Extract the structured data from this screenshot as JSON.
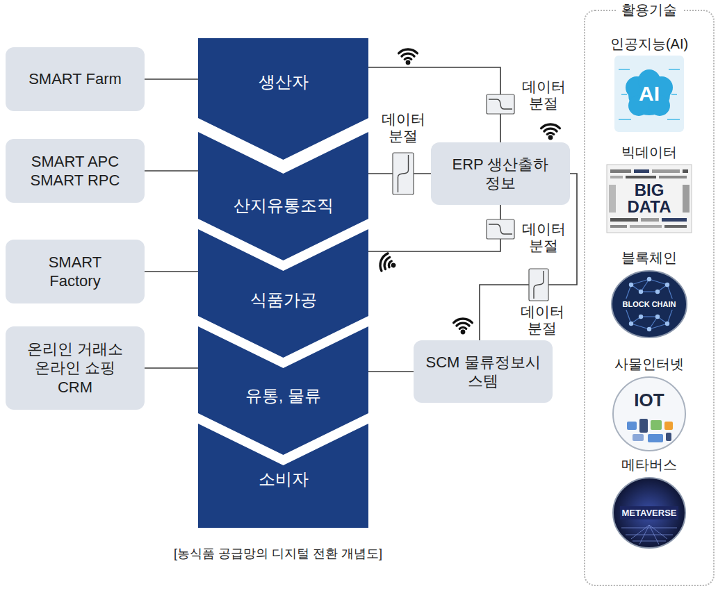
{
  "diagram": {
    "caption": "[농식품 공급망의 디지털 전환 개념도]",
    "nodes": [
      {
        "text": [
          "SMART Farm"
        ]
      },
      {
        "text": [
          "생산자"
        ]
      },
      {
        "text": [
          "SMART APC SMART RPC"
        ]
      },
      {
        "text": [
          "산지유통조직"
        ]
      },
      {
        "text": [
          "ERP 생산출하정보"
        ]
      },
      {
        "text": [
          "SMART Factory"
        ]
      },
      {
        "text": [
          "식품가공"
        ]
      },
      {
        "text": [
          "온리인 거래소 온라인 쇼핑 CRM"
        ]
      },
      {
        "text": [
          "유통, 물류"
        ]
      },
      {
        "text": [
          "SCM 물류정보시스템"
        ]
      },
      {
        "text": [
          "소비자"
        ]
      },
      {
        "text": [
          "활용기술"
        ]
      },
      {
        "text": [
          "인공지능(AI)",
          "AI"
        ],
        "in": 11
      },
      {
        "text": [
          "빅데이터",
          "BIG DATA"
        ],
        "in": 11
      },
      {
        "text": [
          "블록체인",
          "BLOCK CHAIN"
        ],
        "in": 11
      },
      {
        "text": [
          "사물인터넷",
          "IOT"
        ],
        "in": 11
      },
      {
        "text": [
          "메타버스",
          "METAVERSE"
        ],
        "in": 11
      }
    ],
    "edges": [
      {
        "from": 0,
        "to": 1,
        "arrow": "none"
      },
      {
        "from": 2,
        "to": 3,
        "arrow": "none"
      },
      {
        "from": 5,
        "to": 6,
        "arrow": "none"
      },
      {
        "from": 7,
        "to": 8,
        "arrow": "none"
      },
      {
        "from": 1,
        "to": 4,
        "arrow": "none"
      },
      {
        "from": 3,
        "to": 4,
        "arrow": "none"
      },
      {
        "from": 4,
        "to": 6,
        "arrow": "none"
      },
      {
        "from": 4,
        "to": 9,
        "arrow": "none"
      },
      {
        "from": 8,
        "to": 9,
        "arrow": "none"
      }
    ],
    "labels": [
      "데이터 분절",
      "데이터 분절",
      "데이터 분절",
      "데이터 분절"
    ]
  }
}
